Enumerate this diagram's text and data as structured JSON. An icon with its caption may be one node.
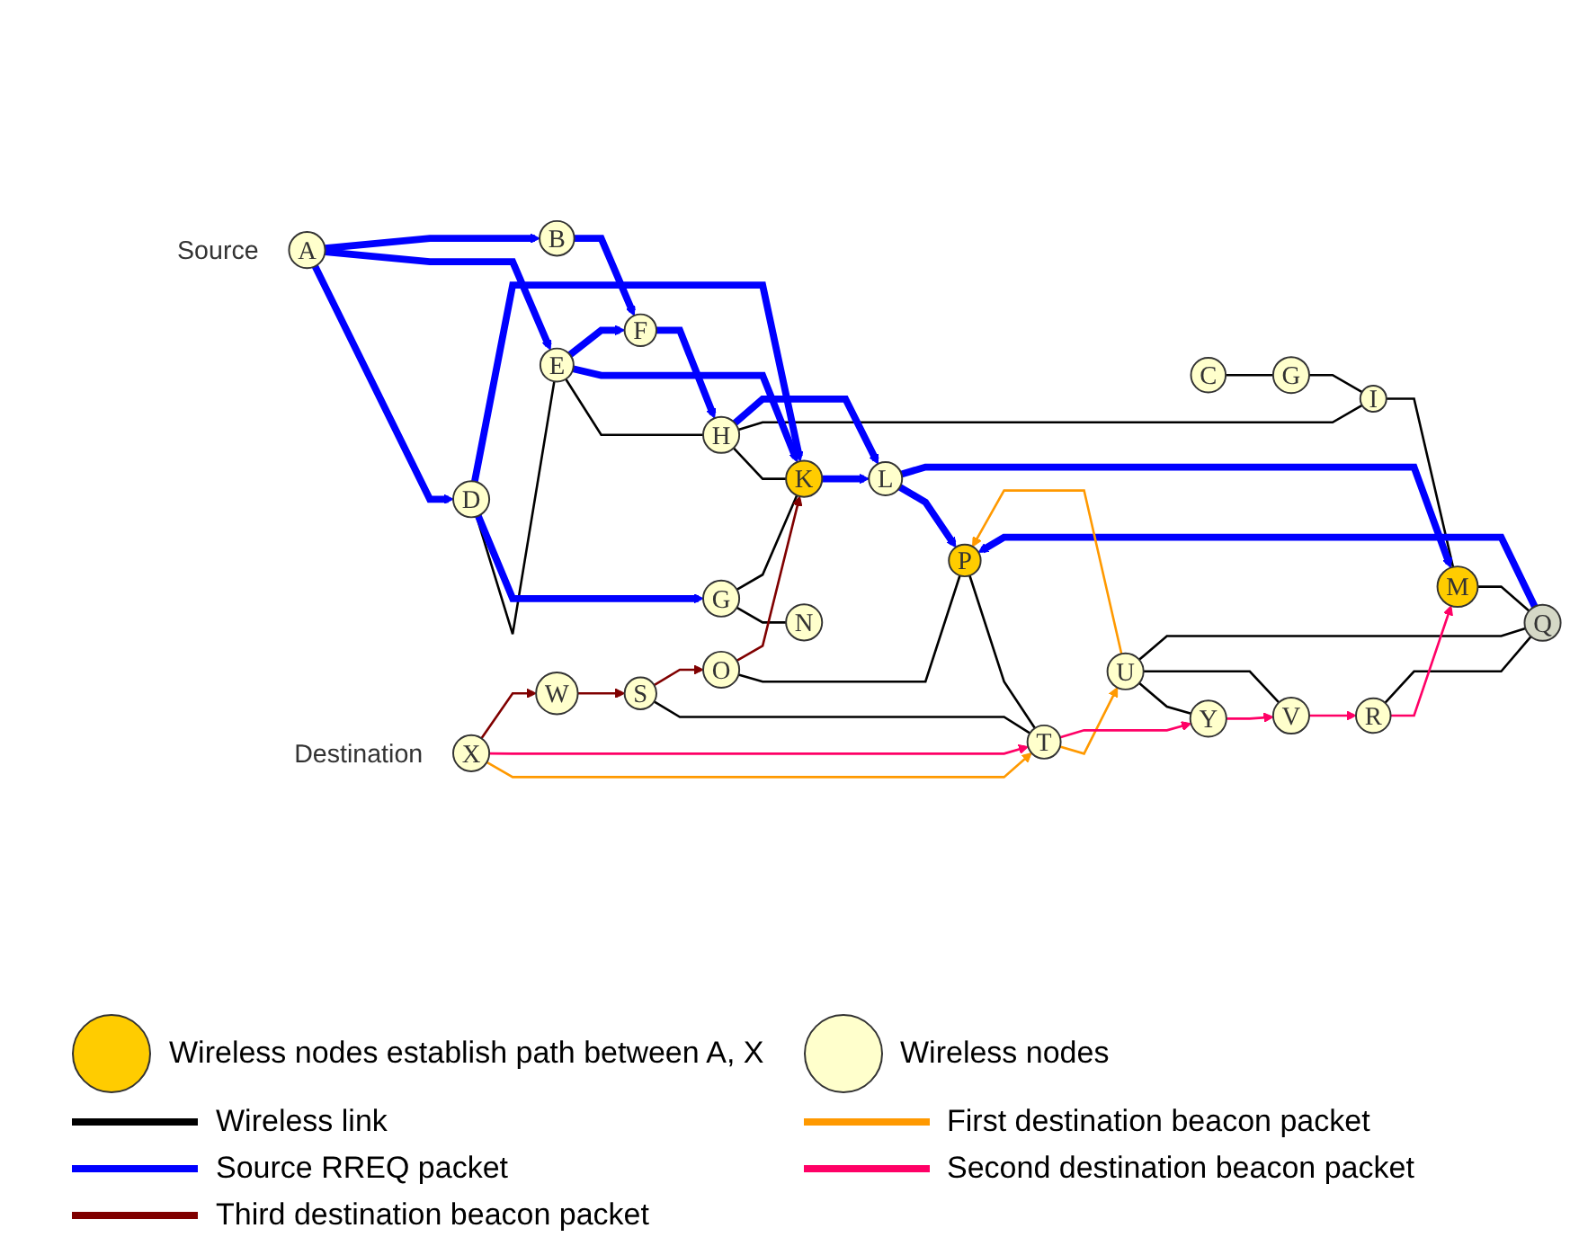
{
  "diagram": {
    "nodes": [
      {
        "text": [
          "N"
        ]
      },
      {
        "text": [
          "G"
        ]
      },
      {
        "text": [
          "D"
        ]
      },
      {
        "text": [
          "A"
        ],
        "beside": [
          "Source"
        ]
      },
      {
        "text": [
          "S"
        ]
      },
      {
        "text": [
          "W"
        ]
      },
      {
        "text": [
          "O"
        ]
      },
      {
        "text": [
          "K"
        ]
      },
      {
        "text": [
          "E"
        ]
      },
      {
        "text": [
          "B"
        ]
      },
      {
        "text": [
          "T"
        ]
      },
      {
        "text": [
          "X"
        ],
        "beside": [
          "Destination"
        ]
      },
      {
        "text": [
          "F"
        ]
      },
      {
        "text": [
          "H"
        ]
      },
      {
        "text": [
          "L"
        ]
      },
      {
        "text": [
          "P"
        ]
      },
      {
        "text": [
          "C"
        ]
      },
      {
        "text": [
          "U"
        ]
      },
      {
        "text": [
          "Q"
        ]
      },
      {
        "text": [
          "Y"
        ]
      },
      {
        "text": [
          "M"
        ]
      },
      {
        "text": [
          "I"
        ]
      },
      {
        "text": [
          "G"
        ]
      },
      {
        "text": [
          "V"
        ]
      },
      {
        "text": [
          "R"
        ]
      }
    ],
    "edges": [
      {
        "from": 1,
        "to": 0,
        "arrow": "none"
      },
      {
        "from": 2,
        "to": 8,
        "arrow": "none"
      },
      {
        "from": 1,
        "to": 7,
        "arrow": "none"
      },
      {
        "from": 8,
        "to": 13,
        "arrow": "none"
      },
      {
        "from": 13,
        "to": 7,
        "arrow": "none"
      },
      {
        "from": 6,
        "to": 15,
        "arrow": "none"
      },
      {
        "from": 4,
        "to": 10,
        "arrow": "none"
      },
      {
        "from": 15,
        "to": 10,
        "arrow": "none"
      },
      {
        "from": 13,
        "to": 21,
        "arrow": "none"
      },
      {
        "from": 16,
        "to": 22,
        "arrow": "none"
      },
      {
        "from": 22,
        "to": 21,
        "arrow": "none"
      },
      {
        "from": 21,
        "to": 20,
        "arrow": "none"
      },
      {
        "from": 20,
        "to": 18,
        "arrow": "none"
      },
      {
        "from": 18,
        "to": 17,
        "arrow": "none"
      },
      {
        "from": 18,
        "to": 24,
        "arrow": "none"
      },
      {
        "from": 17,
        "to": 19,
        "arrow": "none"
      },
      {
        "from": 17,
        "to": 23,
        "arrow": "none"
      },
      {
        "from": 3,
        "to": 2,
        "arrow": "to",
        "style": "thick",
        "color": "#0000ff"
      },
      {
        "from": 3,
        "to": 8,
        "arrow": "to",
        "style": "thick",
        "color": "#0000ff"
      },
      {
        "from": 3,
        "to": 9,
        "arrow": "to",
        "style": "thick",
        "color": "#0000ff"
      },
      {
        "from": 2,
        "to": 1,
        "arrow": "to",
        "style": "thick",
        "color": "#0000ff"
      },
      {
        "from": 2,
        "to": 7,
        "arrow": "to",
        "style": "thick",
        "color": "#0000ff"
      },
      {
        "from": 8,
        "to": 7,
        "arrow": "to",
        "style": "thick",
        "color": "#0000ff"
      },
      {
        "from": 8,
        "to": 12,
        "arrow": "to",
        "style": "thick",
        "color": "#0000ff"
      },
      {
        "from": 9,
        "to": 12,
        "arrow": "to",
        "style": "thick",
        "color": "#0000ff"
      },
      {
        "from": 12,
        "to": 13,
        "arrow": "to",
        "style": "thick",
        "color": "#0000ff"
      },
      {
        "from": 13,
        "to": 14,
        "arrow": "to",
        "style": "thick",
        "color": "#0000ff"
      },
      {
        "from": 7,
        "to": 14,
        "arrow": "to",
        "style": "thick",
        "color": "#0000ff"
      },
      {
        "from": 14,
        "to": 15,
        "arrow": "to",
        "style": "thick",
        "color": "#0000ff"
      },
      {
        "from": 14,
        "to": 20,
        "arrow": "to",
        "style": "thick",
        "color": "#0000ff"
      },
      {
        "from": 18,
        "to": 15,
        "arrow": "to",
        "style": "thick",
        "color": "#0000ff"
      },
      {
        "from": 11,
        "to": 10,
        "arrow": "to",
        "color": "#ff9900"
      },
      {
        "from": 10,
        "to": 17,
        "arrow": "to",
        "color": "#ff9900"
      },
      {
        "from": 17,
        "to": 15,
        "arrow": "to",
        "color": "#ff9900"
      },
      {
        "from": 11,
        "to": 10,
        "arrow": "to",
        "color": "#ff0066"
      },
      {
        "from": 10,
        "to": 19,
        "arrow": "to",
        "color": "#ff0066"
      },
      {
        "from": 19,
        "to": 23,
        "arrow": "to",
        "color": "#ff0066"
      },
      {
        "from": 23,
        "to": 24,
        "arrow": "to",
        "color": "#ff0066"
      },
      {
        "from": 24,
        "to": 20,
        "arrow": "to",
        "color": "#ff0066"
      },
      {
        "from": 11,
        "to": 5,
        "arrow": "to",
        "color": "#800000"
      },
      {
        "from": 5,
        "to": 4,
        "arrow": "to",
        "color": "#800000"
      },
      {
        "from": 4,
        "to": 6,
        "arrow": "to",
        "color": "#800000"
      },
      {
        "from": 6,
        "to": 7,
        "arrow": "to",
        "color": "#800000"
      }
    ],
    "legend": [
      {
        "text": "Wireless nodes establish path between A, X",
        "color": "#ffcc00"
      },
      {
        "text": "Wireless nodes",
        "color": "#ffffcc"
      },
      {
        "text": "Wireless link"
      },
      {
        "text": "First destination beacon packet"
      },
      {
        "text": "Source RREQ packet"
      },
      {
        "text": "Second destination beacon packet"
      },
      {
        "text": "Third destination beacon packet"
      }
    ]
  }
}
